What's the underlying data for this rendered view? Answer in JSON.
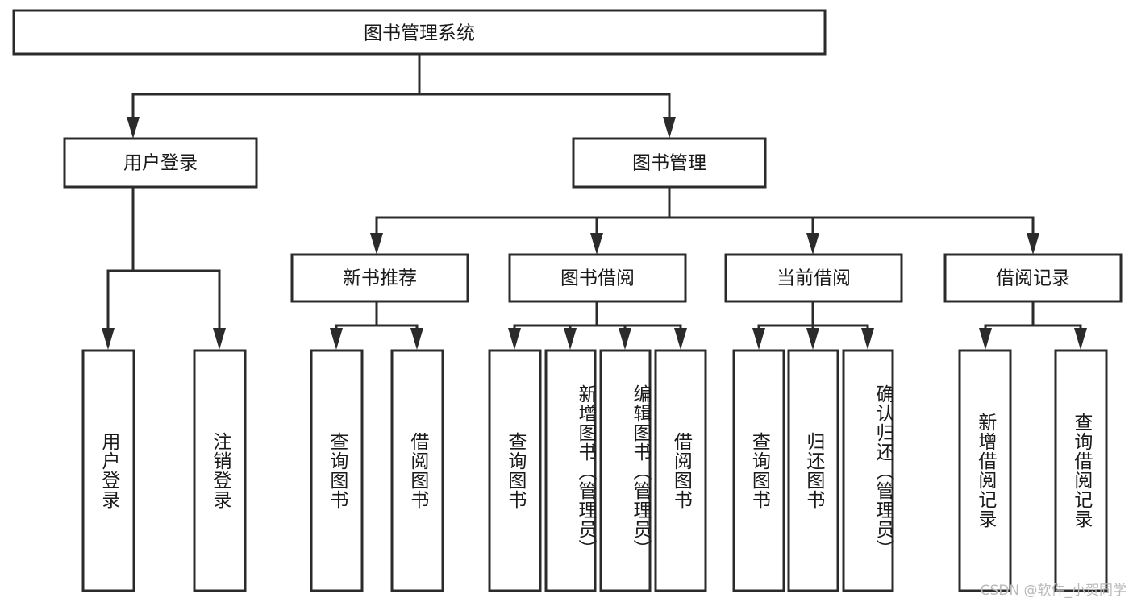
{
  "diagram": {
    "type": "tree",
    "title": "图书管理系统",
    "orientation": "top-down",
    "colors": {
      "box_stroke": "#2b2b2b",
      "box_fill": "#ffffff",
      "edge": "#2b2b2b",
      "text": "#1a1a1a",
      "watermark": "#b9b9b9",
      "background": "#ffffff"
    },
    "levels": {
      "root": "图书管理系统",
      "level2": [
        "用户登录",
        "图书管理"
      ],
      "level3": [
        "新书推荐",
        "图书借阅",
        "当前借阅",
        "借阅记录"
      ]
    },
    "nodes": {
      "root": {
        "label": "图书管理系统",
        "orientation": "horizontal"
      },
      "n_user_login": {
        "label": "用户登录",
        "orientation": "horizontal"
      },
      "n_book_mgmt": {
        "label": "图书管理",
        "orientation": "horizontal"
      },
      "n_new_book_rec": {
        "label": "新书推荐",
        "orientation": "horizontal"
      },
      "n_book_borrow": {
        "label": "图书借阅",
        "orientation": "horizontal"
      },
      "n_current_borrow": {
        "label": "当前借阅",
        "orientation": "horizontal"
      },
      "n_borrow_record": {
        "label": "借阅记录",
        "orientation": "horizontal"
      },
      "l_user_login": {
        "label": "用户登录",
        "orientation": "vertical"
      },
      "l_user_logout": {
        "label": "注销登录",
        "orientation": "vertical"
      },
      "l_query_book_1": {
        "label": "查询图书",
        "orientation": "vertical"
      },
      "l_borrow_book_1": {
        "label": "借阅图书",
        "orientation": "vertical"
      },
      "l_query_book_2": {
        "label": "查询图书",
        "orientation": "vertical"
      },
      "l_add_book": {
        "label": "新增图书（管理员）",
        "orientation": "vertical"
      },
      "l_edit_book": {
        "label": "编辑图书（管理员）",
        "orientation": "vertical"
      },
      "l_borrow_book_2": {
        "label": "借阅图书",
        "orientation": "vertical"
      },
      "l_query_book_3": {
        "label": "查询图书",
        "orientation": "vertical"
      },
      "l_return_book": {
        "label": "归还图书",
        "orientation": "vertical"
      },
      "l_confirm_return": {
        "label": "确认归还（管理员）",
        "orientation": "vertical"
      },
      "l_add_record": {
        "label": "新增借阅记录",
        "orientation": "vertical"
      },
      "l_query_record": {
        "label": "查询借阅记录",
        "orientation": "vertical"
      }
    },
    "edges": [
      {
        "from": "root",
        "to": "n_user_login"
      },
      {
        "from": "root",
        "to": "n_book_mgmt"
      },
      {
        "from": "n_user_login",
        "to": "l_user_login"
      },
      {
        "from": "n_user_login",
        "to": "l_user_logout"
      },
      {
        "from": "n_book_mgmt",
        "to": "n_new_book_rec"
      },
      {
        "from": "n_book_mgmt",
        "to": "n_book_borrow"
      },
      {
        "from": "n_book_mgmt",
        "to": "n_current_borrow"
      },
      {
        "from": "n_book_mgmt",
        "to": "n_borrow_record"
      },
      {
        "from": "n_new_book_rec",
        "to": "l_query_book_1"
      },
      {
        "from": "n_new_book_rec",
        "to": "l_borrow_book_1"
      },
      {
        "from": "n_book_borrow",
        "to": "l_query_book_2"
      },
      {
        "from": "n_book_borrow",
        "to": "l_add_book"
      },
      {
        "from": "n_book_borrow",
        "to": "l_edit_book"
      },
      {
        "from": "n_book_borrow",
        "to": "l_borrow_book_2"
      },
      {
        "from": "n_current_borrow",
        "to": "l_query_book_3"
      },
      {
        "from": "n_current_borrow",
        "to": "l_return_book"
      },
      {
        "from": "n_current_borrow",
        "to": "l_confirm_return"
      },
      {
        "from": "n_borrow_record",
        "to": "l_add_record"
      },
      {
        "from": "n_borrow_record",
        "to": "l_query_record"
      }
    ]
  },
  "watermark": {
    "text": "CSDN @软件_小贺同学"
  }
}
